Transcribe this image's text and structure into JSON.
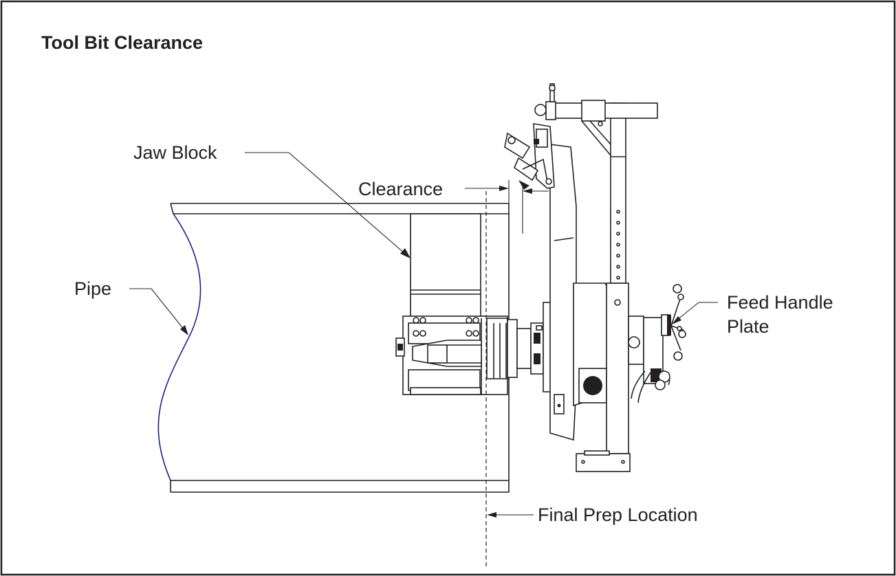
{
  "title": "Tool Bit Clearance",
  "labels": {
    "jaw_block": "Jaw Block",
    "clearance": "Clearance",
    "pipe": "Pipe",
    "feed_handle_line1": "Feed Handle",
    "feed_handle_line2": "Plate",
    "final_prep": "Final Prep Location"
  },
  "colors": {
    "ink": "#231f20",
    "pipe_break": "#1b1f8a",
    "background": "#ffffff"
  }
}
